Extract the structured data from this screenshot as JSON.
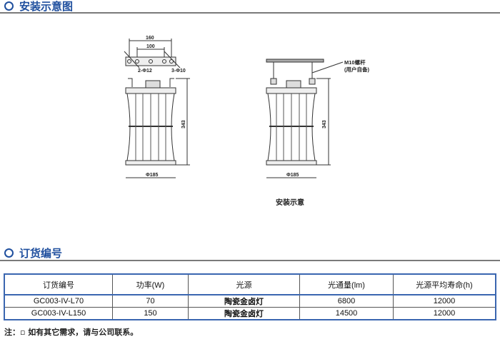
{
  "sections": {
    "install": "安装示意图",
    "order": "订货编号"
  },
  "drawing": {
    "dim_160": "160",
    "dim_100": "100",
    "hole1": "2-Φ12",
    "hole2": "3-Φ10",
    "height": "343",
    "diameter": "Φ185",
    "bolt_label": "M10螺杆",
    "bolt_note": "(用户自备)",
    "caption": "安装示意"
  },
  "table": {
    "headers": [
      "订货编号",
      "功率(W)",
      "光源",
      "光通量(lm)",
      "光源平均寿命(h)"
    ],
    "rows": [
      [
        "GC003-IV-L70",
        "70",
        "陶瓷金卤灯",
        "6800",
        "12000"
      ],
      [
        "GC003-IV-L150",
        "150",
        "陶瓷金卤灯",
        "14500",
        "12000"
      ]
    ]
  },
  "note": "注：▫ 如有其它需求，请与公司联系。",
  "colors": {
    "accent": "#1f4f9e",
    "table_border": "#3a66b0"
  }
}
